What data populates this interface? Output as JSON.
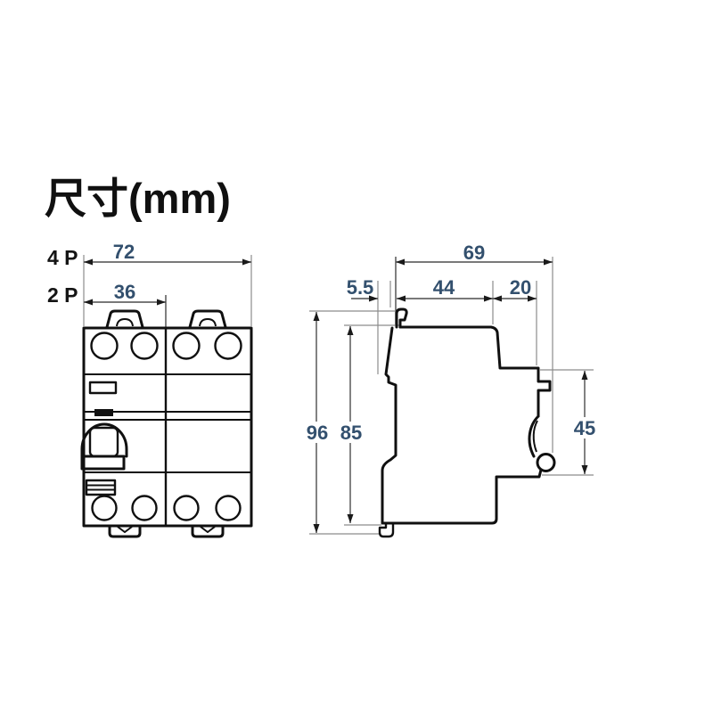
{
  "title": "尺寸(mm)",
  "front_view": {
    "pole_labels": {
      "four_pole": "4 P",
      "two_pole": "2 P"
    },
    "dims": {
      "width_4p": "72",
      "width_2p": "36"
    }
  },
  "side_view": {
    "dims": {
      "overall_depth": "69",
      "din_clip_depth": "5.5",
      "body_depth": "44",
      "front_depth": "20",
      "overall_height": "96",
      "body_height": "85",
      "front_height": "45"
    }
  },
  "colors": {
    "background": "#ffffff",
    "outline": "#101010",
    "dimension_text": "#33506e",
    "dimension_line": "#4d4d4d",
    "extension_line": "#8c8c8c"
  }
}
